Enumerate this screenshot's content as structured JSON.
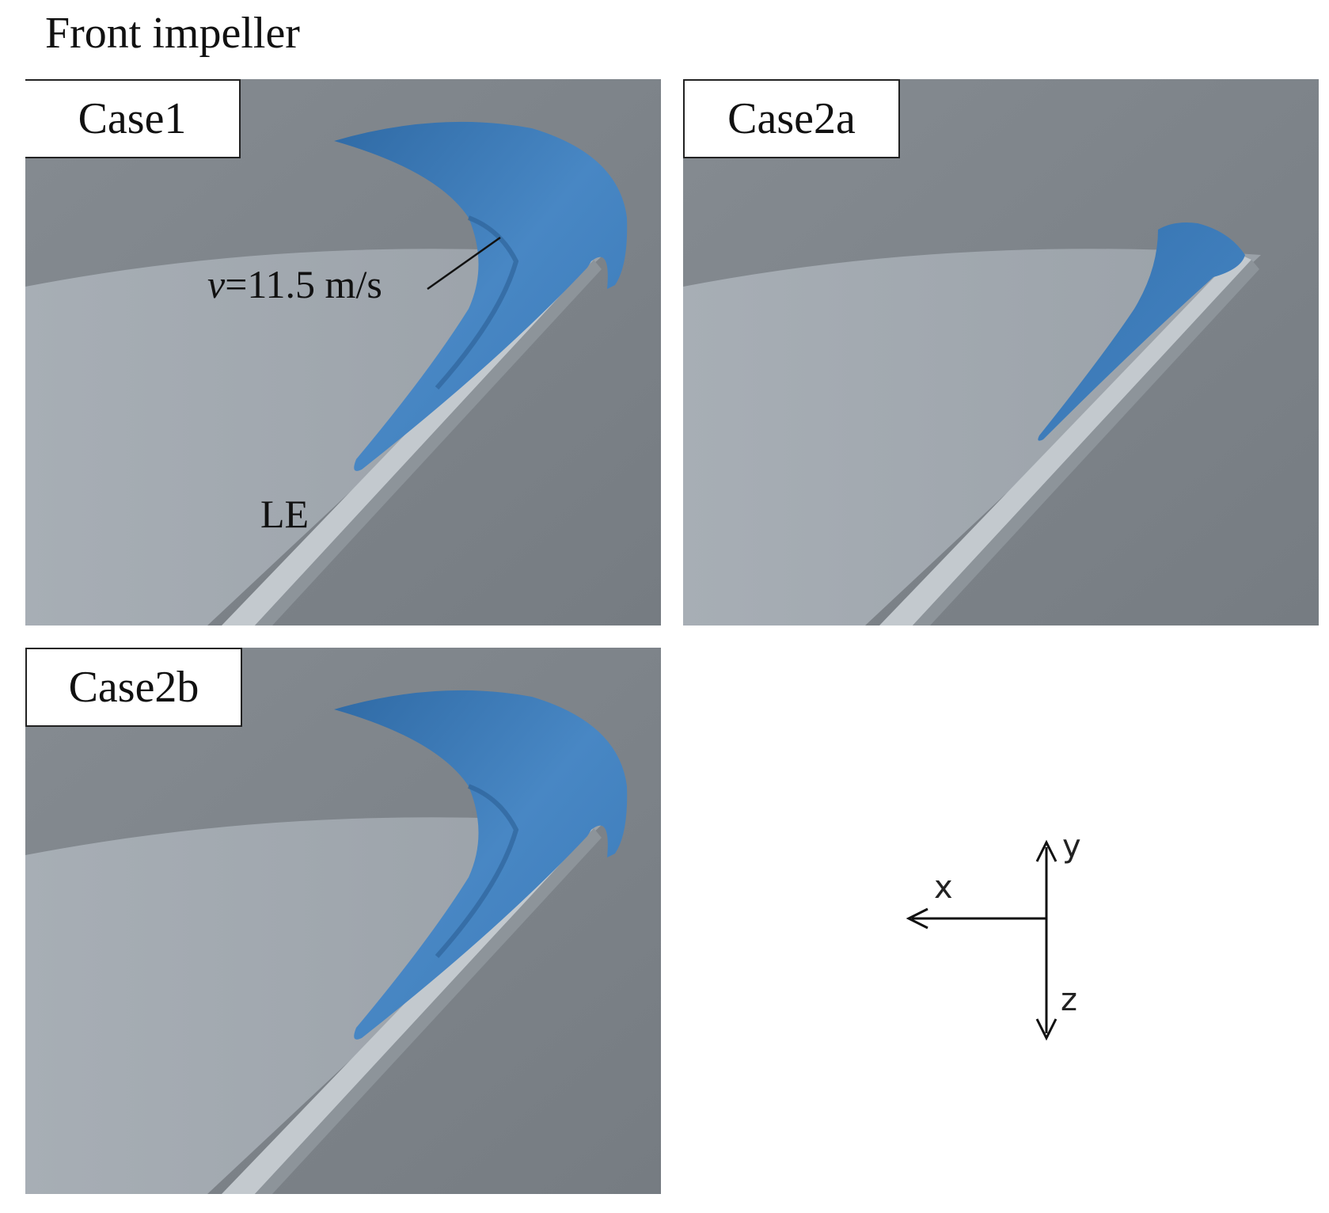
{
  "figure": {
    "title": "Front impeller"
  },
  "panels": [
    {
      "label": "Case1"
    },
    {
      "label": "Case2a"
    },
    {
      "label": "Case2b"
    }
  ],
  "annotations": {
    "isosurface_var": "v",
    "isosurface_value": "=11.5 m/s",
    "leading_edge": "LE"
  },
  "axes": {
    "x": "x",
    "y": "y",
    "z": "z"
  },
  "colors": {
    "background_dark": "#7f858b",
    "blade_surface": "#a3aab1",
    "leading_edge_rim": "#c2c8cd",
    "vortex_isosurface": "#3f7fbd"
  }
}
